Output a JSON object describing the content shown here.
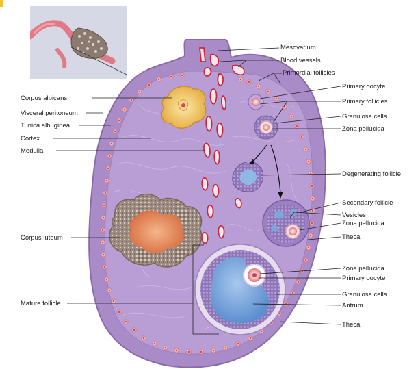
{
  "labels": {
    "mesovarium": "Mesovarium",
    "blood_vessels": "Blood vessels",
    "primordial_follicles": "Primordial follicles",
    "primary_oocyte_top": "Primary oocyte",
    "primary_follicles": "Primary follicles",
    "granulosa_cells_top": "Granulosa cells",
    "zona_pellucida_top": "Zona pellucida",
    "degenerating_follicle": "Degenerating follicle",
    "secondary_follicle": "Secondary follicle",
    "vesicles": "Vesicles",
    "zona_pellucida_mid": "Zona pellucida",
    "theca_mid": "Theca",
    "zona_pellucida_bottom": "Zona pellucida",
    "primary_oocyte_bottom": "Primary oocyte",
    "granulosa_cells_bottom": "Granulosa cells",
    "antrum": "Antrum",
    "theca_bottom": "Theca",
    "corpus_albicans": "Corpus albicans",
    "visceral_peritoneum": "Visceral peritoneum",
    "tunica_albuginea": "Tunica albuginea",
    "cortex": "Cortex",
    "medulla": "Medulla",
    "corpus_luteum": "Corpus luteum",
    "mature_follicle": "Mature follicle"
  },
  "colors": {
    "ovary_fill": "#a98bc7",
    "ovary_edge": "#8a6aa8",
    "cortex_ring": "#b79ad3",
    "follicle_pink": "#f2b3b8",
    "corpus_albicans": "#f2c86a",
    "corpus_luteum": "#e89a6a",
    "antrum_blue": "#7aa8dc",
    "vessel_red": "#c8283c"
  }
}
